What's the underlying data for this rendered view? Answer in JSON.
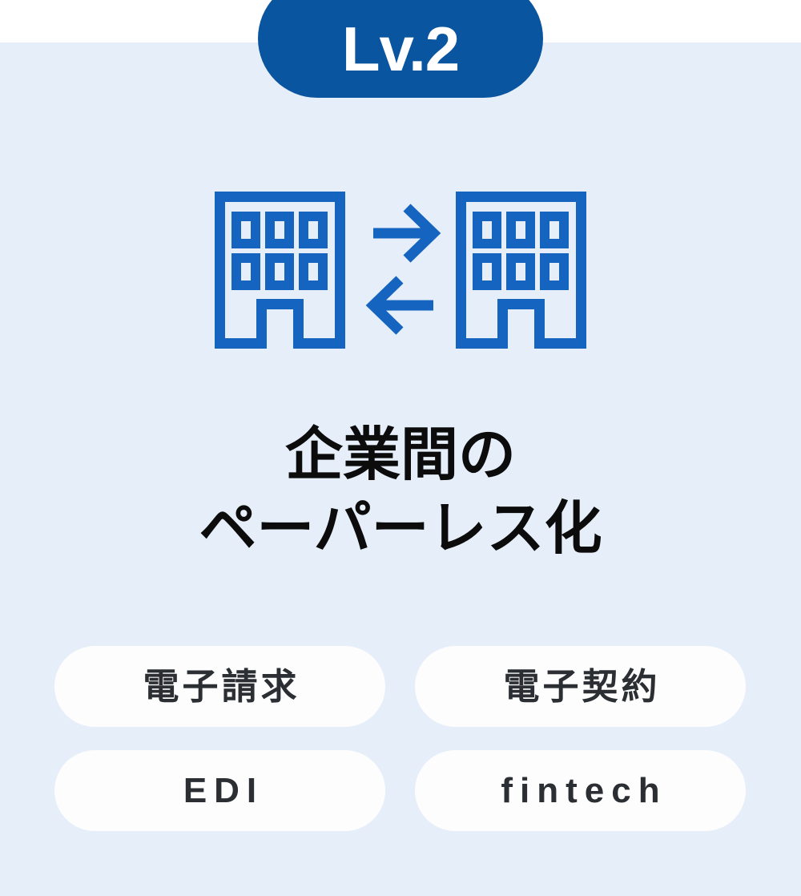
{
  "card": {
    "background_color": "#e6eff9",
    "top_strip_color": "#ffffff"
  },
  "badge": {
    "label": "Lv.2",
    "background_color": "#0a55a0",
    "text_color": "#ffffff"
  },
  "icon": {
    "name": "two-buildings-exchange-icon",
    "color": "#1565c0",
    "left_building_label": "building",
    "right_building_label": "building",
    "arrow_right_label": "arrow-right",
    "arrow_left_label": "arrow-left",
    "windows_per_building": 6
  },
  "heading": {
    "line1": "企業間の",
    "line2": "ペーパーレス化",
    "text_color": "#0c0c0c"
  },
  "tags": {
    "background_color": "#fdfdfd",
    "text_color": "#2b2f33",
    "items": [
      {
        "label": "電子請求",
        "script": "ja"
      },
      {
        "label": "電子契約",
        "script": "ja"
      },
      {
        "label": "EDI",
        "script": "latin"
      },
      {
        "label": "fintech",
        "script": "latin"
      }
    ]
  }
}
